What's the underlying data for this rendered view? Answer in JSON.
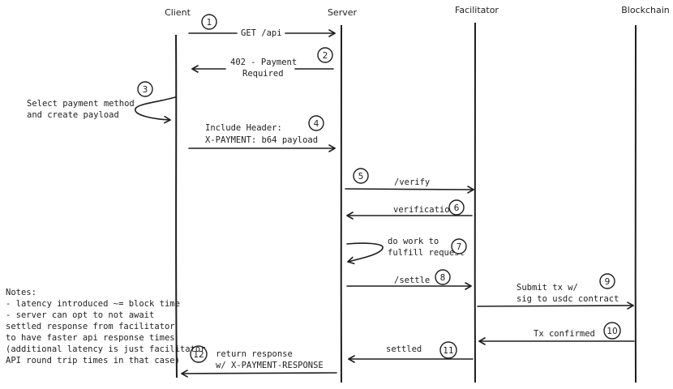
{
  "participants": {
    "client": "Client",
    "server": "Server",
    "facilitator": "Facilitator",
    "blockchain": "Blockchain"
  },
  "steps": {
    "s1": {
      "num": "1",
      "lines": [
        "GET /api"
      ]
    },
    "s2": {
      "num": "2",
      "lines": [
        "402 - Payment",
        "Required"
      ]
    },
    "s3": {
      "num": "3",
      "lines": [
        "Select payment method",
        "and create payload"
      ]
    },
    "s4": {
      "num": "4",
      "lines": [
        "Include Header:",
        "X-PAYMENT: b64 payload"
      ]
    },
    "s5": {
      "num": "5",
      "lines": [
        "/verify"
      ]
    },
    "s6": {
      "num": "6",
      "lines": [
        "verification"
      ]
    },
    "s7": {
      "num": "7",
      "lines": [
        "do work to",
        "fulfill request"
      ]
    },
    "s8": {
      "num": "8",
      "lines": [
        "/settle"
      ]
    },
    "s9": {
      "num": "9",
      "lines": [
        "Submit tx w/",
        "sig to usdc contract"
      ]
    },
    "s10": {
      "num": "10",
      "lines": [
        "Tx confirmed"
      ]
    },
    "s11": {
      "num": "11",
      "lines": [
        "settled"
      ]
    },
    "s12": {
      "num": "12",
      "lines": [
        "return response",
        "w/ X-PAYMENT-RESPONSE"
      ]
    }
  },
  "notes": {
    "lines": [
      "Notes:",
      "- latency introduced ~= block time",
      "- server can opt to not await",
      "settled response from facilitator",
      "to have faster api response times",
      "(additional latency is just facilitator",
      "API round trip times in that case)"
    ]
  }
}
